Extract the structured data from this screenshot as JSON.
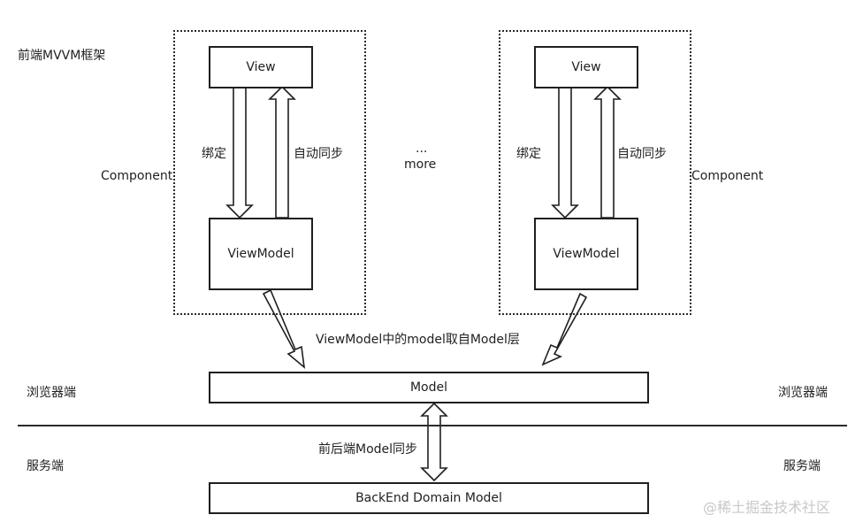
{
  "diagram": {
    "title": "前端MVVM框架",
    "component_label": "Component",
    "view_label": "View",
    "viewmodel_label": "ViewModel",
    "bind_label": "绑定",
    "auto_sync_label": "自动同步",
    "ellipsis": "...",
    "more_label": "more",
    "model_source_label": "ViewModel中的model取自Model层",
    "model_label": "Model",
    "browser_label": "浏览器端",
    "server_label": "服务端",
    "sync_label": "前后端Model同步",
    "backend_label": "BackEnd Domain Model",
    "watermark": "@稀土掘金技术社区"
  }
}
